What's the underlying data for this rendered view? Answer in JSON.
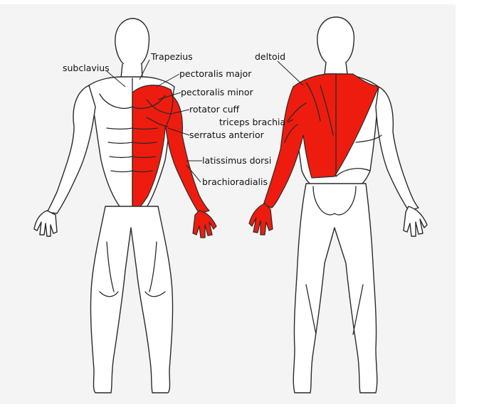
{
  "colors": {
    "highlight": "#ee1c0e",
    "panel_bg": "#f4f4f4",
    "outline": "#2a2a2a"
  },
  "labels": {
    "subclavius": "subclavius",
    "trapezius": "Trapezius",
    "pectoralis_major": "pectoralis major",
    "pectoralis_minor": "pectoralis minor",
    "rotator_cuff": "rotator cuff",
    "serratus_anterior": "serratus anterior",
    "brachioradialis": "brachioradialis",
    "deltoid": "deltoid",
    "triceps_brachia": "triceps brachia",
    "latissimus_dorsi": "latissimus dorsi"
  }
}
